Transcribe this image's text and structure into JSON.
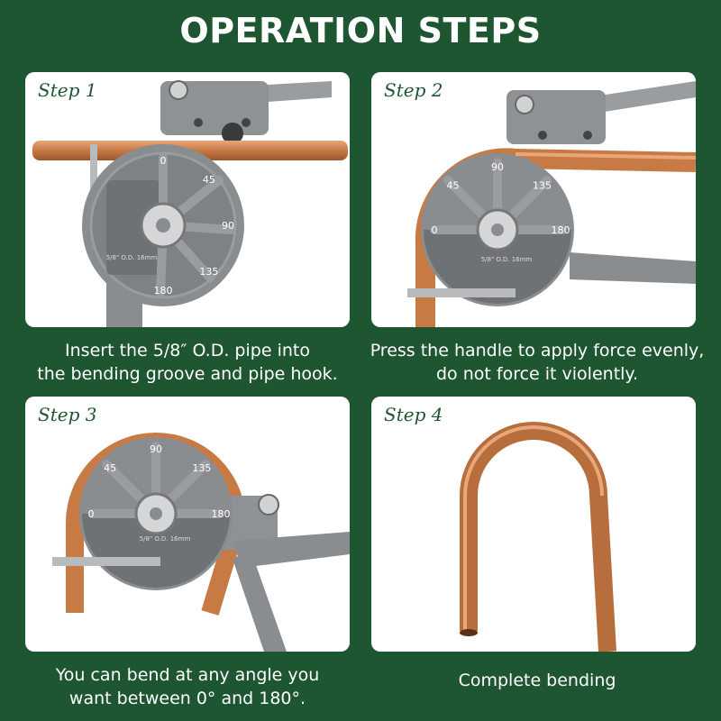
{
  "title": "OPERATION STEPS",
  "colors": {
    "background": "#1e5631",
    "panel": "#ffffff",
    "copper": "#c87a45",
    "tool": "#8a8d90"
  },
  "steps": [
    {
      "label": "Step 1",
      "caption_line1": "Insert the 5/8″ O.D. pipe into",
      "caption_line2": "the bending groove and pipe hook."
    },
    {
      "label": "Step 2",
      "caption_line1": "Press the handle to apply force evenly,",
      "caption_line2": "do not force it violently."
    },
    {
      "label": "Step 3",
      "caption_line1": "You can bend at any angle you",
      "caption_line2": "want between 0° and 180°."
    },
    {
      "label": "Step 4",
      "caption_line1": "Complete bending",
      "caption_line2": ""
    }
  ],
  "dial": {
    "marks": [
      "0",
      "45",
      "90",
      "135",
      "180"
    ],
    "plate_text": "5/8\" O.D.  16mm"
  }
}
